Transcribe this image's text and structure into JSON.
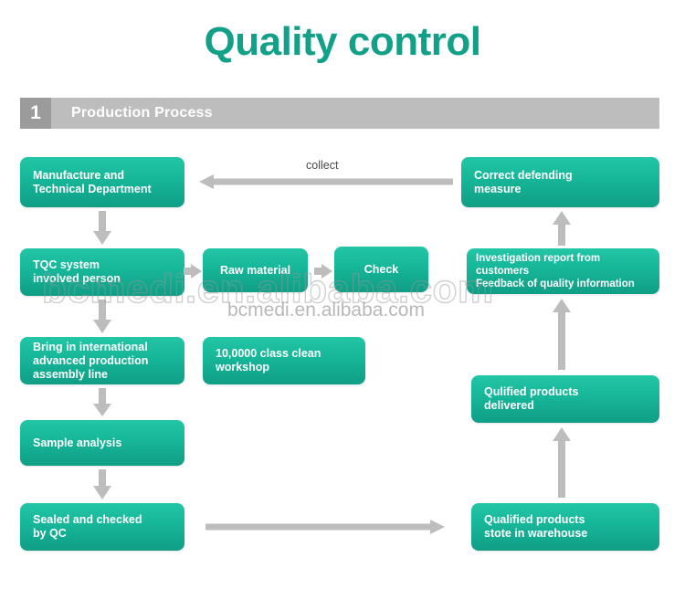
{
  "page": {
    "title": "Quality control",
    "accent_color": "#12a188",
    "box_gradient_top": "#23c6a6",
    "box_gradient_bottom": "#0f9e86",
    "arrow_color": "#bdbdbd",
    "header_bar_color": "#bdbdbd",
    "header_num_color": "#9b9b9b",
    "background": "#ffffff"
  },
  "section": {
    "number": "1",
    "label": "Production Process"
  },
  "flow": {
    "left_column": [
      {
        "id": "manufacture",
        "label": "Manufacture and\nTechnical Department"
      },
      {
        "id": "tqc",
        "label": "TQC system\ninvolved person"
      },
      {
        "id": "assembly",
        "label": "Bring in international\nadvanced production\nassembly line"
      },
      {
        "id": "sample",
        "label": "Sample analysis"
      },
      {
        "id": "sealed",
        "label": "Sealed and checked\nby QC"
      }
    ],
    "middle_column": [
      {
        "id": "raw-material",
        "label": "Raw material"
      },
      {
        "id": "check",
        "label": "Check"
      },
      {
        "id": "workshop",
        "label": "10,0000 class clean\nworkshop"
      }
    ],
    "right_column": [
      {
        "id": "correct-defending",
        "label": "Correct defending\nmeasure"
      },
      {
        "id": "investigation",
        "label": "Investigation report from customers\nFeedback of quality information"
      },
      {
        "id": "qualified-delivered",
        "label": "Qulified products\ndelivered"
      },
      {
        "id": "qualified-warehouse",
        "label": "Qualified products\nstote in warehouse"
      }
    ],
    "labels": {
      "collect": "collect"
    }
  },
  "watermarks": {
    "outline": "bcmedi.en.alibaba.com",
    "solid": "bcmedi.en.alibaba.com"
  }
}
